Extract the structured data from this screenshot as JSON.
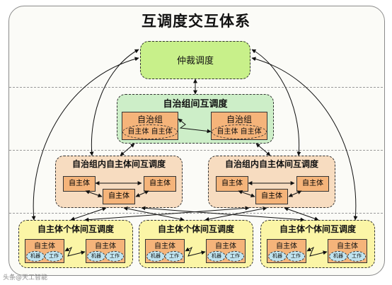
{
  "title": "互调度交互体系",
  "arbitration": {
    "label": "仲裁调度"
  },
  "inter_group": {
    "label": "自治组间互调度",
    "groups": [
      {
        "label": "自治组",
        "members": [
          "自主体",
          "自主体"
        ]
      },
      {
        "label": "自治组",
        "members": [
          "自主体",
          "自主体"
        ]
      }
    ]
  },
  "intra_group": {
    "label": "自治组内自主体间互调度",
    "nodes": [
      "自主体",
      "自主体",
      "自主体"
    ]
  },
  "individual": {
    "label": "自主体个体间互调度",
    "agent": {
      "label": "自主体",
      "parts": [
        "机器",
        "工作"
      ]
    }
  },
  "watermark": "头条@天工智能",
  "colors": {
    "arbitration": "#c8f08a",
    "inter_group": "#cdeec8",
    "intra_group": "#f7dcc0",
    "individual": "#fbf5a6",
    "agent_box": "#f5b47a"
  }
}
